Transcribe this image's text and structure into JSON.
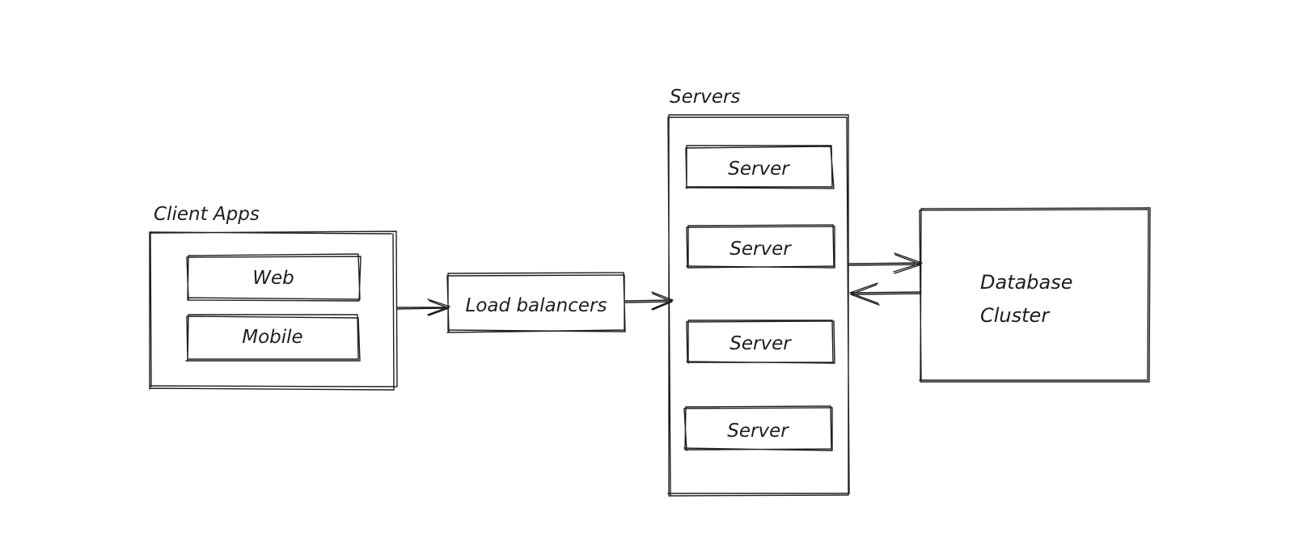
{
  "diagram": {
    "stroke_color": "#1e1e1e",
    "background": "#ffffff",
    "client_apps": {
      "title": "Client Apps",
      "items": [
        "Web",
        "Mobile"
      ]
    },
    "load_balancer": {
      "label": "Load balancers"
    },
    "servers": {
      "title": "Servers",
      "items": [
        "Server",
        "Server",
        "Server",
        "Server"
      ]
    },
    "database": {
      "line1": "Database",
      "line2": "Cluster"
    }
  }
}
